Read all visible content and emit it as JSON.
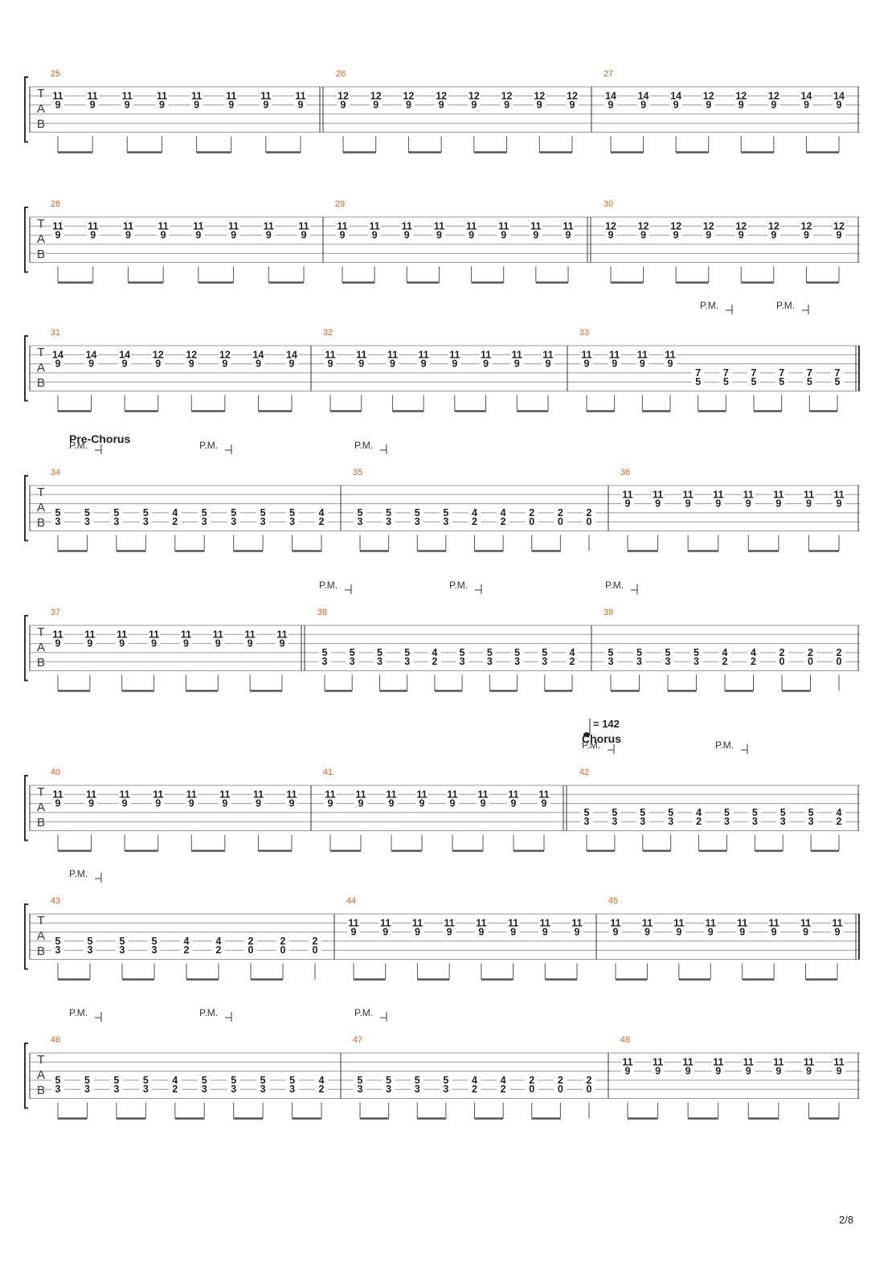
{
  "clef_letters": [
    "T",
    "A",
    "B"
  ],
  "palm_mute_label": "P.M.",
  "page_number": "2/8",
  "systems": [
    {
      "measures": [
        {
          "number": "25",
          "notes": [
            [
              "11",
              "9"
            ],
            [
              "11",
              "9"
            ],
            [
              "11",
              "9"
            ],
            [
              "11",
              "9"
            ],
            [
              "11",
              "9"
            ],
            [
              "11",
              "9"
            ],
            [
              "11",
              "9"
            ],
            [
              "11",
              "9"
            ]
          ]
        },
        {
          "number": "26",
          "notes": [
            [
              "12",
              "9"
            ],
            [
              "12",
              "9"
            ],
            [
              "12",
              "9"
            ],
            [
              "12",
              "9"
            ],
            [
              "12",
              "9"
            ],
            [
              "12",
              "9"
            ],
            [
              "12",
              "9"
            ],
            [
              "12",
              "9"
            ]
          ]
        },
        {
          "number": "27",
          "notes": [
            [
              "14",
              "9"
            ],
            [
              "14",
              "9"
            ],
            [
              "14",
              "9"
            ],
            [
              "12",
              "9"
            ],
            [
              "12",
              "9"
            ],
            [
              "12",
              "9"
            ],
            [
              "14",
              "9"
            ],
            [
              "14",
              "9"
            ]
          ]
        }
      ]
    },
    {
      "measures": [
        {
          "number": "28",
          "notes": [
            [
              "11",
              "9"
            ],
            [
              "11",
              "9"
            ],
            [
              "11",
              "9"
            ],
            [
              "11",
              "9"
            ],
            [
              "11",
              "9"
            ],
            [
              "11",
              "9"
            ],
            [
              "11",
              "9"
            ],
            [
              "11",
              "9"
            ]
          ]
        },
        {
          "number": "29",
          "notes": [
            [
              "11",
              "9"
            ],
            [
              "11",
              "9"
            ],
            [
              "11",
              "9"
            ],
            [
              "11",
              "9"
            ],
            [
              "11",
              "9"
            ],
            [
              "11",
              "9"
            ],
            [
              "11",
              "9"
            ],
            [
              "11",
              "9"
            ]
          ]
        },
        {
          "number": "30",
          "notes": [
            [
              "12",
              "9"
            ],
            [
              "12",
              "9"
            ],
            [
              "12",
              "9"
            ],
            [
              "12",
              "9"
            ],
            [
              "12",
              "9"
            ],
            [
              "12",
              "9"
            ],
            [
              "12",
              "9"
            ],
            [
              "12",
              "9"
            ]
          ]
        }
      ]
    },
    {
      "measures": [
        {
          "number": "31",
          "notes": [
            [
              "14",
              "9"
            ],
            [
              "14",
              "9"
            ],
            [
              "14",
              "9"
            ],
            [
              "12",
              "9"
            ],
            [
              "12",
              "9"
            ],
            [
              "12",
              "9"
            ],
            [
              "14",
              "9"
            ],
            [
              "14",
              "9"
            ]
          ]
        },
        {
          "number": "32",
          "notes": [
            [
              "11",
              "9"
            ],
            [
              "11",
              "9"
            ],
            [
              "11",
              "9"
            ],
            [
              "11",
              "9"
            ],
            [
              "11",
              "9"
            ],
            [
              "11",
              "9"
            ],
            [
              "11",
              "9"
            ],
            [
              "11",
              "9"
            ]
          ]
        },
        {
          "number": "33",
          "notes": [
            [
              "11",
              "9"
            ],
            [
              "11",
              "9"
            ],
            [
              "11",
              "9"
            ],
            [
              "11",
              "9"
            ]
          ],
          "low_notes": [
            [
              "7",
              "5"
            ],
            [
              "7",
              "5"
            ],
            [
              "7",
              "5"
            ],
            [
              "7",
              "5"
            ],
            [
              "7",
              "5"
            ],
            [
              "7",
              "5"
            ]
          ]
        }
      ]
    },
    {
      "section": "Pre-Chorus",
      "measures": [
        {
          "number": "34",
          "low_notes": [
            [
              "5",
              "3"
            ],
            [
              "5",
              "3"
            ],
            [
              "5",
              "3"
            ],
            [
              "5",
              "3"
            ],
            [
              "4",
              "2"
            ],
            [
              "5",
              "3"
            ],
            [
              "5",
              "3"
            ],
            [
              "5",
              "3"
            ],
            [
              "5",
              "3"
            ],
            [
              "4",
              "2"
            ]
          ]
        },
        {
          "number": "35",
          "low_notes": [
            [
              "5",
              "3"
            ],
            [
              "5",
              "3"
            ],
            [
              "5",
              "3"
            ],
            [
              "5",
              "3"
            ],
            [
              "4",
              "2"
            ],
            [
              "4",
              "2"
            ],
            [
              "2",
              "0"
            ],
            [
              "2",
              "0"
            ],
            [
              "2",
              "0"
            ]
          ]
        },
        {
          "number": "36",
          "notes": [
            [
              "11",
              "9"
            ],
            [
              "11",
              "9"
            ],
            [
              "11",
              "9"
            ],
            [
              "11",
              "9"
            ],
            [
              "11",
              "9"
            ],
            [
              "11",
              "9"
            ],
            [
              "11",
              "9"
            ],
            [
              "11",
              "9"
            ]
          ]
        }
      ]
    },
    {
      "measures": [
        {
          "number": "37",
          "notes": [
            [
              "11",
              "9"
            ],
            [
              "11",
              "9"
            ],
            [
              "11",
              "9"
            ],
            [
              "11",
              "9"
            ],
            [
              "11",
              "9"
            ],
            [
              "11",
              "9"
            ],
            [
              "11",
              "9"
            ],
            [
              "11",
              "9"
            ]
          ]
        },
        {
          "number": "38",
          "low_notes": [
            [
              "5",
              "3"
            ],
            [
              "5",
              "3"
            ],
            [
              "5",
              "3"
            ],
            [
              "5",
              "3"
            ],
            [
              "4",
              "2"
            ],
            [
              "5",
              "3"
            ],
            [
              "5",
              "3"
            ],
            [
              "5",
              "3"
            ],
            [
              "5",
              "3"
            ],
            [
              "4",
              "2"
            ]
          ]
        },
        {
          "number": "39",
          "low_notes": [
            [
              "5",
              "3"
            ],
            [
              "5",
              "3"
            ],
            [
              "5",
              "3"
            ],
            [
              "5",
              "3"
            ],
            [
              "4",
              "2"
            ],
            [
              "4",
              "2"
            ],
            [
              "2",
              "0"
            ],
            [
              "2",
              "0"
            ],
            [
              "2",
              "0"
            ]
          ]
        }
      ]
    },
    {
      "tempo": "= 142",
      "section": "Chorus",
      "measures": [
        {
          "number": "40",
          "notes": [
            [
              "11",
              "9"
            ],
            [
              "11",
              "9"
            ],
            [
              "11",
              "9"
            ],
            [
              "11",
              "9"
            ],
            [
              "11",
              "9"
            ],
            [
              "11",
              "9"
            ],
            [
              "11",
              "9"
            ],
            [
              "11",
              "9"
            ]
          ]
        },
        {
          "number": "41",
          "notes": [
            [
              "11",
              "9"
            ],
            [
              "11",
              "9"
            ],
            [
              "11",
              "9"
            ],
            [
              "11",
              "9"
            ],
            [
              "11",
              "9"
            ],
            [
              "11",
              "9"
            ],
            [
              "11",
              "9"
            ],
            [
              "11",
              "9"
            ]
          ]
        },
        {
          "number": "42",
          "low_notes": [
            [
              "5",
              "3"
            ],
            [
              "5",
              "3"
            ],
            [
              "5",
              "3"
            ],
            [
              "5",
              "3"
            ],
            [
              "4",
              "2"
            ],
            [
              "5",
              "3"
            ],
            [
              "5",
              "3"
            ],
            [
              "5",
              "3"
            ],
            [
              "5",
              "3"
            ],
            [
              "4",
              "2"
            ]
          ]
        }
      ]
    },
    {
      "measures": [
        {
          "number": "43",
          "low_notes": [
            [
              "5",
              "3"
            ],
            [
              "5",
              "3"
            ],
            [
              "5",
              "3"
            ],
            [
              "5",
              "3"
            ],
            [
              "4",
              "2"
            ],
            [
              "4",
              "2"
            ],
            [
              "2",
              "0"
            ],
            [
              "2",
              "0"
            ],
            [
              "2",
              "0"
            ]
          ]
        },
        {
          "number": "44",
          "notes": [
            [
              "11",
              "9"
            ],
            [
              "11",
              "9"
            ],
            [
              "11",
              "9"
            ],
            [
              "11",
              "9"
            ],
            [
              "11",
              "9"
            ],
            [
              "11",
              "9"
            ],
            [
              "11",
              "9"
            ],
            [
              "11",
              "9"
            ]
          ]
        },
        {
          "number": "45",
          "notes": [
            [
              "11",
              "9"
            ],
            [
              "11",
              "9"
            ],
            [
              "11",
              "9"
            ],
            [
              "11",
              "9"
            ],
            [
              "11",
              "9"
            ],
            [
              "11",
              "9"
            ],
            [
              "11",
              "9"
            ],
            [
              "11",
              "9"
            ]
          ]
        }
      ]
    },
    {
      "measures": [
        {
          "number": "46",
          "low_notes": [
            [
              "5",
              "3"
            ],
            [
              "5",
              "3"
            ],
            [
              "5",
              "3"
            ],
            [
              "5",
              "3"
            ],
            [
              "4",
              "2"
            ],
            [
              "5",
              "3"
            ],
            [
              "5",
              "3"
            ],
            [
              "5",
              "3"
            ],
            [
              "5",
              "3"
            ],
            [
              "4",
              "2"
            ]
          ]
        },
        {
          "number": "47",
          "low_notes": [
            [
              "5",
              "3"
            ],
            [
              "5",
              "3"
            ],
            [
              "5",
              "3"
            ],
            [
              "5",
              "3"
            ],
            [
              "4",
              "2"
            ],
            [
              "4",
              "2"
            ],
            [
              "2",
              "0"
            ],
            [
              "2",
              "0"
            ],
            [
              "2",
              "0"
            ]
          ]
        },
        {
          "number": "48",
          "notes": [
            [
              "11",
              "9"
            ],
            [
              "11",
              "9"
            ],
            [
              "11",
              "9"
            ],
            [
              "11",
              "9"
            ],
            [
              "11",
              "9"
            ],
            [
              "11",
              "9"
            ],
            [
              "11",
              "9"
            ],
            [
              "11",
              "9"
            ]
          ]
        }
      ]
    }
  ]
}
